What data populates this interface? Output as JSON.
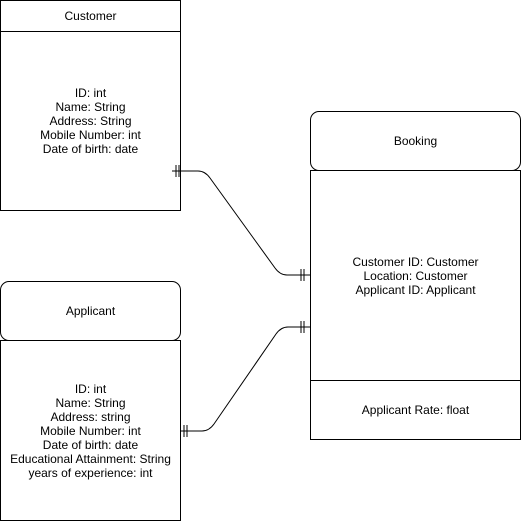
{
  "entities": {
    "customer": {
      "title": "Customer",
      "attributes": [
        "ID: int",
        "Name: String",
        "Address: String",
        "Mobile Number: int",
        "Date of birth: date"
      ]
    },
    "applicant": {
      "title": "Applicant",
      "attributes": [
        "ID: int",
        "Name: String",
        "Address: string",
        "Mobile Number: int",
        "Date of birth: date",
        "Educational Attainment: String",
        "years of experience: int"
      ]
    },
    "booking": {
      "title": "Booking",
      "attributes": [
        "Customer ID: Customer",
        "Location: Customer",
        "Applicant ID: Applicant"
      ],
      "extra": "Applicant Rate: float"
    }
  },
  "relationships": [
    {
      "from": "customer",
      "to": "booking",
      "cardinality": "one-to-one"
    },
    {
      "from": "applicant",
      "to": "booking",
      "cardinality": "one-to-one"
    }
  ],
  "colors": {
    "line": "#000000",
    "fill": "#ffffff"
  }
}
